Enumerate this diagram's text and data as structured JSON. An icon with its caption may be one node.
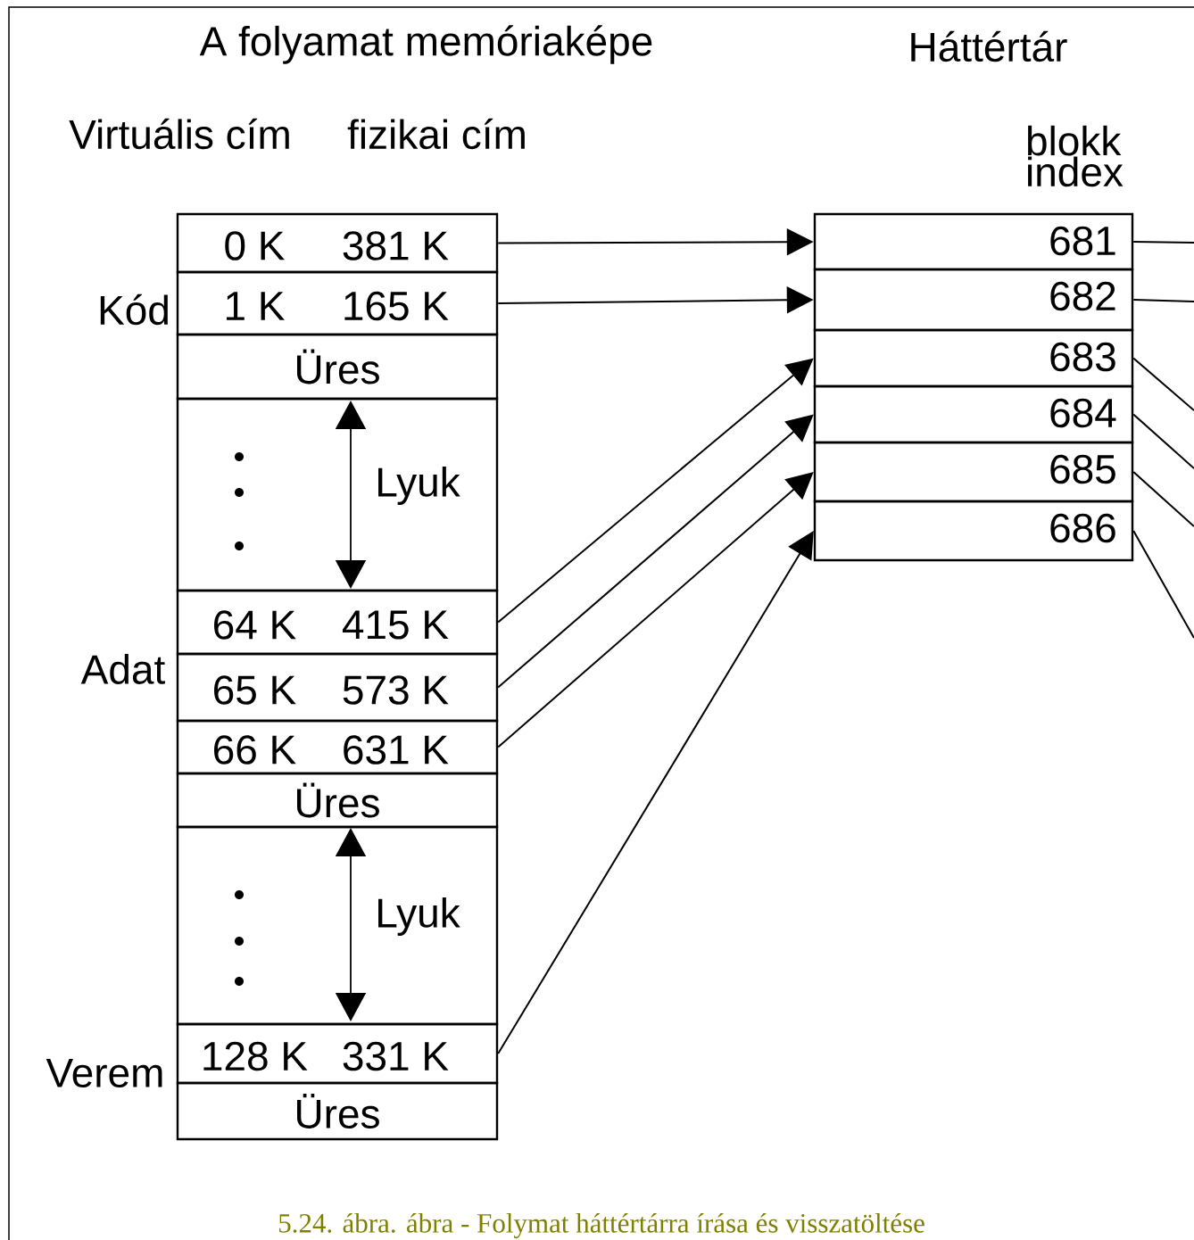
{
  "diagram": {
    "caption": "5.24. ábra. ábra - Folymat háttértárra írása és visszatöltése",
    "nodes": [
      {
        "text": [
          "0 K",
          "381 K"
        ]
      },
      {
        "text": [
          "1 K",
          "165 K"
        ]
      },
      {
        "text": [
          "Üres"
        ]
      },
      {
        "text": [
          "Lyuk"
        ]
      },
      {
        "text": [
          "64 K",
          "415 K"
        ]
      },
      {
        "text": [
          "65 K",
          "573 K"
        ]
      },
      {
        "text": [
          "66 K",
          "631 K"
        ]
      },
      {
        "text": [
          "Üres"
        ]
      },
      {
        "text": [
          "Lyuk"
        ]
      },
      {
        "text": [
          "128 K",
          "331 K"
        ]
      },
      {
        "text": [
          "Üres"
        ]
      },
      {
        "text": [
          "681"
        ]
      },
      {
        "text": [
          "682"
        ]
      },
      {
        "text": [
          "683"
        ]
      },
      {
        "text": [
          "684"
        ]
      },
      {
        "text": [
          "685"
        ]
      },
      {
        "text": [
          "686"
        ]
      }
    ],
    "edges": [
      {
        "from": 0,
        "to": 11,
        "arrow": "to"
      },
      {
        "from": 1,
        "to": 12,
        "arrow": "to"
      },
      {
        "from": 4,
        "to": 13,
        "arrow": "to"
      },
      {
        "from": 5,
        "to": 14,
        "arrow": "to"
      },
      {
        "from": 6,
        "to": 15,
        "arrow": "to"
      },
      {
        "from": 9,
        "to": 16,
        "arrow": "to"
      },
      {
        "from": 11,
        "to": null,
        "arrow": "none"
      },
      {
        "from": 12,
        "to": null,
        "arrow": "none"
      },
      {
        "from": 13,
        "to": null,
        "arrow": "none"
      },
      {
        "from": 14,
        "to": null,
        "arrow": "none"
      },
      {
        "from": 15,
        "to": null,
        "arrow": "none"
      },
      {
        "from": 16,
        "to": null,
        "arrow": "none"
      }
    ],
    "labels": [
      "A folyamat memóriaképe",
      "Háttértár",
      "Virtuális cím",
      "fizikai cím",
      "blokk index",
      "Kód",
      "Adat",
      "Verem"
    ]
  }
}
